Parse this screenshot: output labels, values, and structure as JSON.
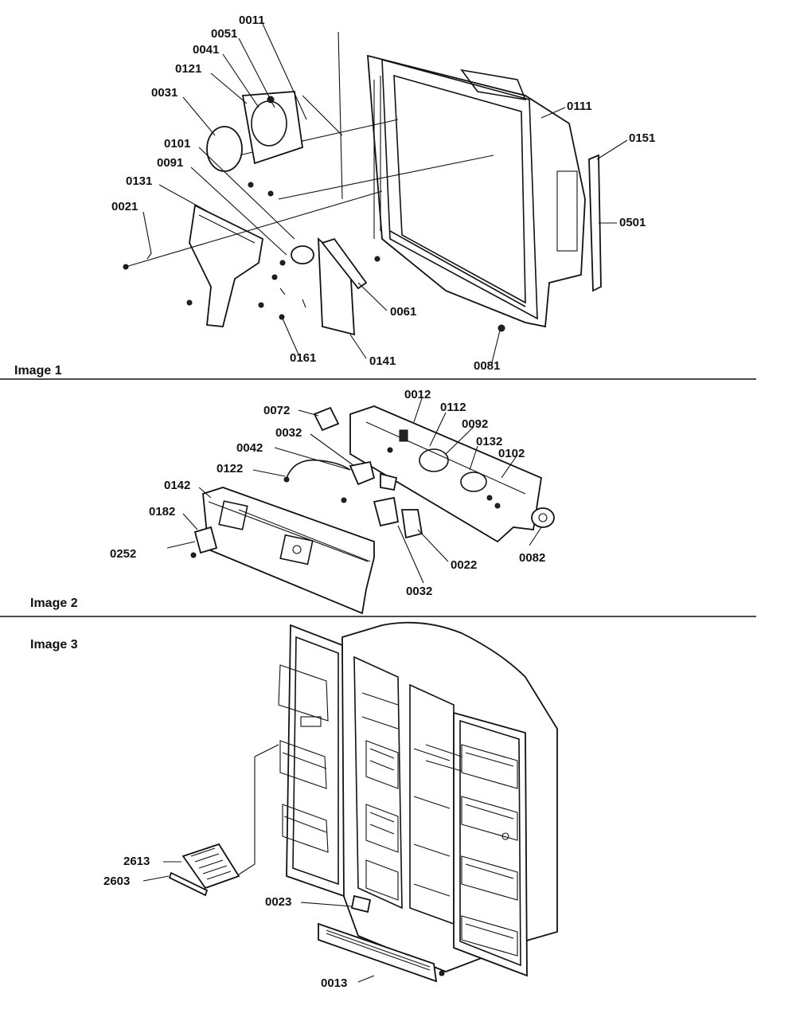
{
  "sections": [
    {
      "label": "Image 1"
    },
    {
      "label": "Image 2"
    },
    {
      "label": "Image 3"
    }
  ],
  "parts": {
    "p0011": "0011",
    "p0051": "0051",
    "p0041": "0041",
    "p0121": "0121",
    "p0031": "0031",
    "p0101": "0101",
    "p0091": "0091",
    "p0131": "0131",
    "p0021": "0021",
    "p0111": "0111",
    "p0151": "0151",
    "p0501": "0501",
    "p0061": "0061",
    "p0161": "0161",
    "p0141": "0141",
    "p0081": "0081",
    "p0072": "0072",
    "p0012": "0012",
    "p0112": "0112",
    "p0032a": "0032",
    "p0092": "0092",
    "p0042": "0042",
    "p0132": "0132",
    "p0102": "0102",
    "p0122": "0122",
    "p0142": "0142",
    "p0182": "0182",
    "p0252": "0252",
    "p0022": "0022",
    "p0082": "0082",
    "p0032b": "0032",
    "p2613": "2613",
    "p2603": "2603",
    "p0023": "0023",
    "p0013": "0013"
  }
}
